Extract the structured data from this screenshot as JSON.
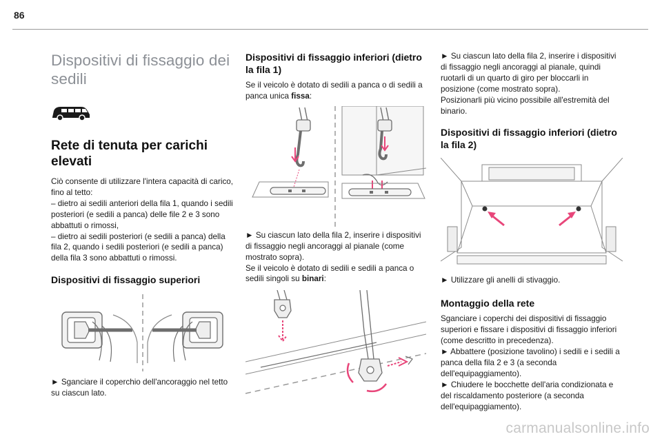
{
  "page_number": "86",
  "watermark": "carmanualsonline.info",
  "col1": {
    "chapter_title": "Dispositivi di fissaggio dei sedili",
    "heading": "Rete di tenuta per carichi elevati",
    "intro": "Ciò consente di utilizzare l'intera capacità di carico, fino al tetto:",
    "dash1": "– dietro ai sedili anteriori della fila 1, quando i sedili posteriori (e sedili a panca) delle file 2 e 3 sono abbattuti o rimossi,",
    "dash2": "– dietro ai sedili posteriori (e sedili a panca) della fila 2, quando i sedili posteriori (e sedili a panca) della fila 3 sono abbattuti o rimossi.",
    "sub_heading": "Dispositivi di fissaggio superiori",
    "instruction": "► Sganciare il coperchio dell'ancoraggio nel tetto su ciascun lato."
  },
  "col2": {
    "heading": "Dispositivi di fissaggio inferiori (dietro la fila 1)",
    "intro_pre": "Se il veicolo è dotato di sedili a panca o di sedili a panca unica ",
    "intro_bold": "fissa",
    "intro_post": ":",
    "instruction1": "► Su ciascun lato della fila 2, inserire i dispositivi di fissaggio negli ancoraggi al pianale (come mostrato sopra).",
    "instruction2_pre": "Se il veicolo è dotato di sedili e sedili a panca o sedili singoli su ",
    "instruction2_bold": "binari",
    "instruction2_post": ":"
  },
  "col3": {
    "para1": "► Su ciascun lato della fila 2, inserire i dispositivi di fissaggio negli ancoraggi al pianale, quindi ruotarli di un quarto di giro per bloccarli in posizione (come mostrato sopra).",
    "para2": "Posizionarli più vicino possibile all'estremità del binario.",
    "heading1": "Dispositivi di fissaggio inferiori (dietro la fila 2)",
    "instruction1": "► Utilizzare gli anelli di stivaggio.",
    "heading2": "Montaggio della rete",
    "para3": "Sganciare i coperchi dei dispositivi di fissaggio superiori e fissare i dispositivi di fissaggio inferiori (come descritto in precedenza).",
    "para4": "► Abbattere (posizione tavolino) i sedili e i sedili a panca della fila 2 e 3 (a seconda dell'equipaggiamento).",
    "para5": "► Chiudere le bocchette dell'aria condizionata e del riscaldamento posteriore (a seconda dell'equipaggiamento)."
  },
  "colors": {
    "arrow": "#e8467a",
    "line_art": "#6e6e6e",
    "chapter_title": "#8c9096"
  },
  "icons": [
    "vehicle-icon"
  ]
}
